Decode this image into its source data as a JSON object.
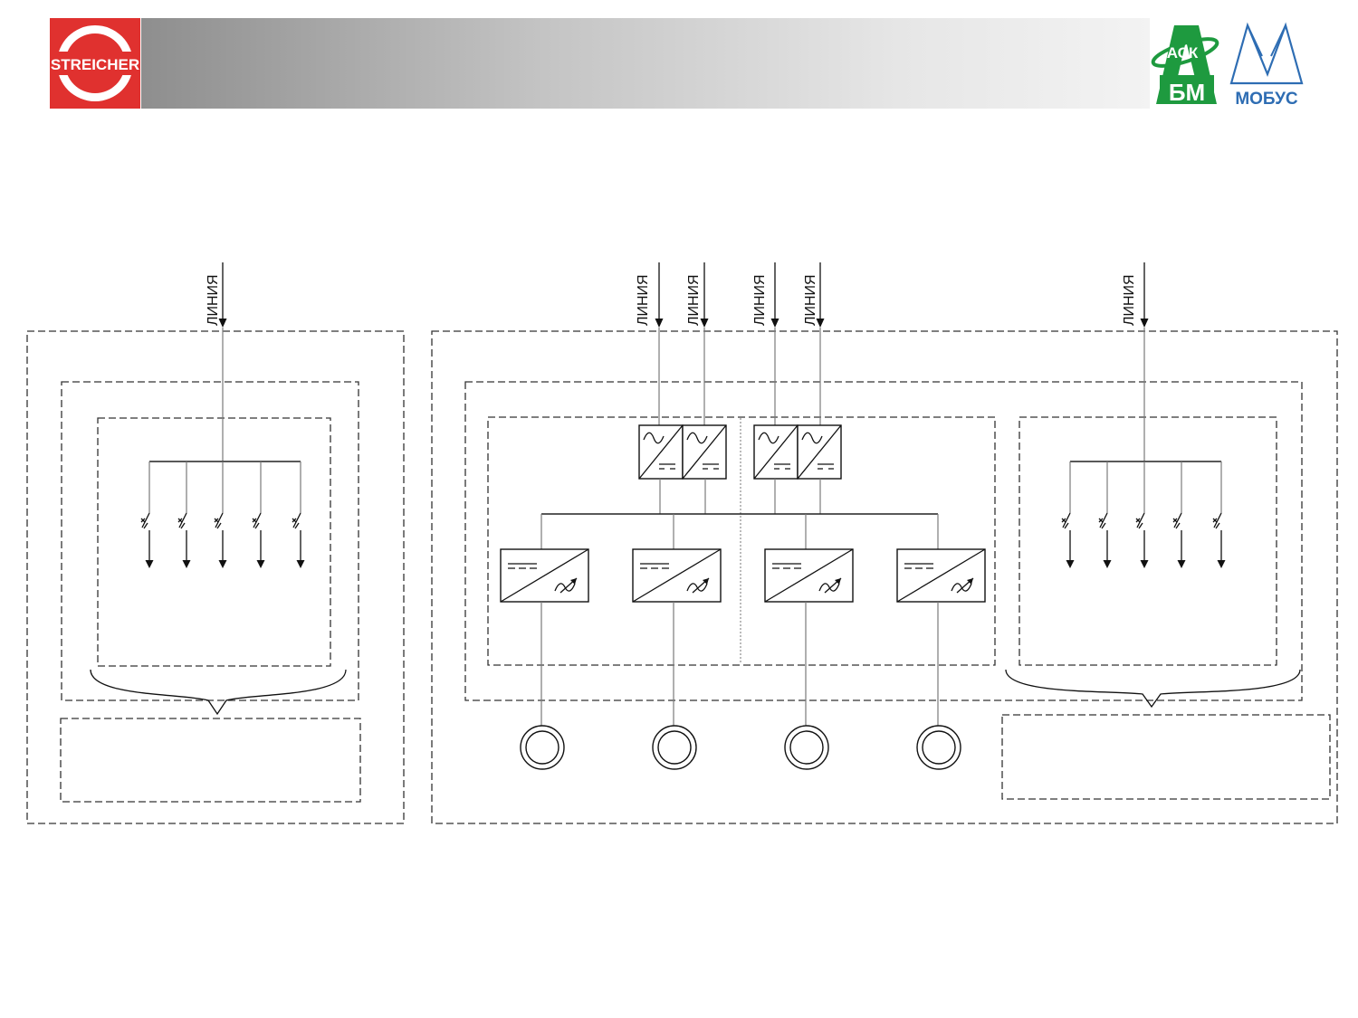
{
  "header": {
    "logo_left": {
      "text": "STREICHER",
      "color": "#e0312f"
    },
    "logo_askbm": {
      "top_text": "АСК",
      "bottom_text": "БМ",
      "color": "#1e9a3f"
    },
    "logo_mobus": {
      "text": "МОБУС",
      "color": "#2e6db3"
    }
  },
  "diagram": {
    "feed_labels": [
      "ЛИНИЯ",
      "ЛИНИЯ",
      "ЛИНИЯ",
      "ЛИНИЯ",
      "ЛИНИЯ",
      "ЛИНИЯ"
    ],
    "left_panel": {
      "breaker_count": 5
    },
    "center_panel": {
      "rectifier_count": 4,
      "inverter_count": 4,
      "motor_count": 4
    },
    "right_panel": {
      "breaker_count": 5
    }
  },
  "colors": {
    "line": "#111111",
    "wire": "#7a7a7a"
  }
}
